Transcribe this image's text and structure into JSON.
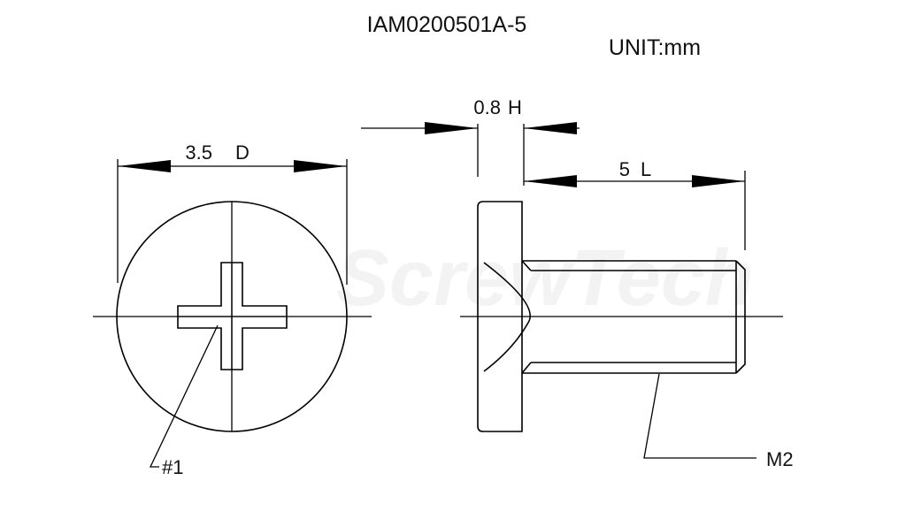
{
  "title": "IAM0200501A-5",
  "unit": "UNIT:mm",
  "watermark": "ScrewTech",
  "dimensions": {
    "head_diameter": {
      "value": "3.5",
      "symbol": "D"
    },
    "head_height": {
      "value": "0.8",
      "symbol": "H"
    },
    "length": {
      "value": "5",
      "symbol": "L"
    }
  },
  "callouts": {
    "drive": "#1",
    "thread": "M2"
  }
}
